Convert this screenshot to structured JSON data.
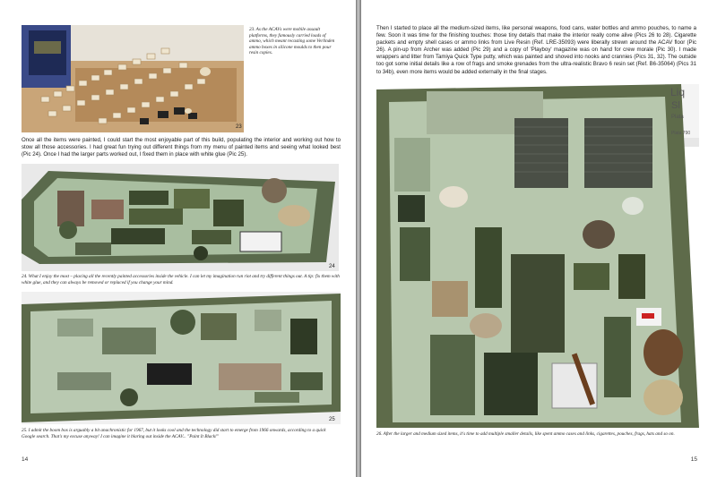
{
  "left_page": {
    "pic23": {
      "caption": "23. As the ACAVs were mobile assault platforms, they famously carried loads of ammo, which meant recasting some Verlinden ammo boxes in silicone moulds to then pour resin copies.",
      "number": "23"
    },
    "body_text": "Once all the items were painted, I could start the most enjoyable part of this build, populating the interior and working out how to stow all those accessories. I had great fun trying out different things from my menu of painted items and seeing what looked best (Pic 24). Once I had the larger parts worked out, I fixed them in place with white glue (Pic 25).",
    "pic24": {
      "caption": "24. What I enjoy the most – placing all the recently painted accessories inside the vehicle. I can let my imagination run riot and try different things out. A tip: fix them with white glue, and they can always be removed or replaced if you change your mind.",
      "number": "24"
    },
    "pic25": {
      "caption": "25. I admit the boom box is arguably a bit anachronistic for 1967, but it looks cool and the technology did start to emerge from 1966 onwards, according to a quick Google search. That's my excuse anyway! I can imagine it blaring out inside the ACAV... \"Paint It Black!\"",
      "number": "25"
    },
    "folio": "14"
  },
  "right_page": {
    "body_text": "Then I started to place all the medium-sized items, like personal weapons, food cans, water bottles and ammo pouches, to name a few. Soon it was time for the finishing touches: those tiny details that make the interior really come alive (Pics 26 to 28). Cigarette packets and empty shell cases or ammo links from Live Resin (Ref. LRE-35093) were liberally strewn around the ACAV floor (Pic 26). A pin-up from Archer was added (Pic 29) and a copy of 'Playboy' magazine was on hand for crew morale (Pic 30). I made wrappers and litter from Tamiya Quick Type putty, which was painted and shoved into nooks and crannies (Pics 31, 32). The outside too got some initial details like a row of frags and smoke grenades from the ultra-realistic Bravo 6 resin set (Ref. B6-35064) (Pics 31 to 34b), even more items would be added externally in the final stages.",
    "pic26": {
      "caption": "26. After the larger and medium sized items, it's time to add multiple smaller details, like spent ammo cases and links, cigarettes, pouches, frags, hats and so on.",
      "bottle_label": [
        "Liq",
        "Sl",
        "Plata",
        "Plata 790"
      ]
    },
    "folio": "15"
  },
  "colors": {
    "page": "#ffffff",
    "interior_green": "#b7c7ad",
    "hull_green": "#5e6b4a",
    "dark_olive": "#3f4a30",
    "tan_box": "#d8c29a"
  }
}
